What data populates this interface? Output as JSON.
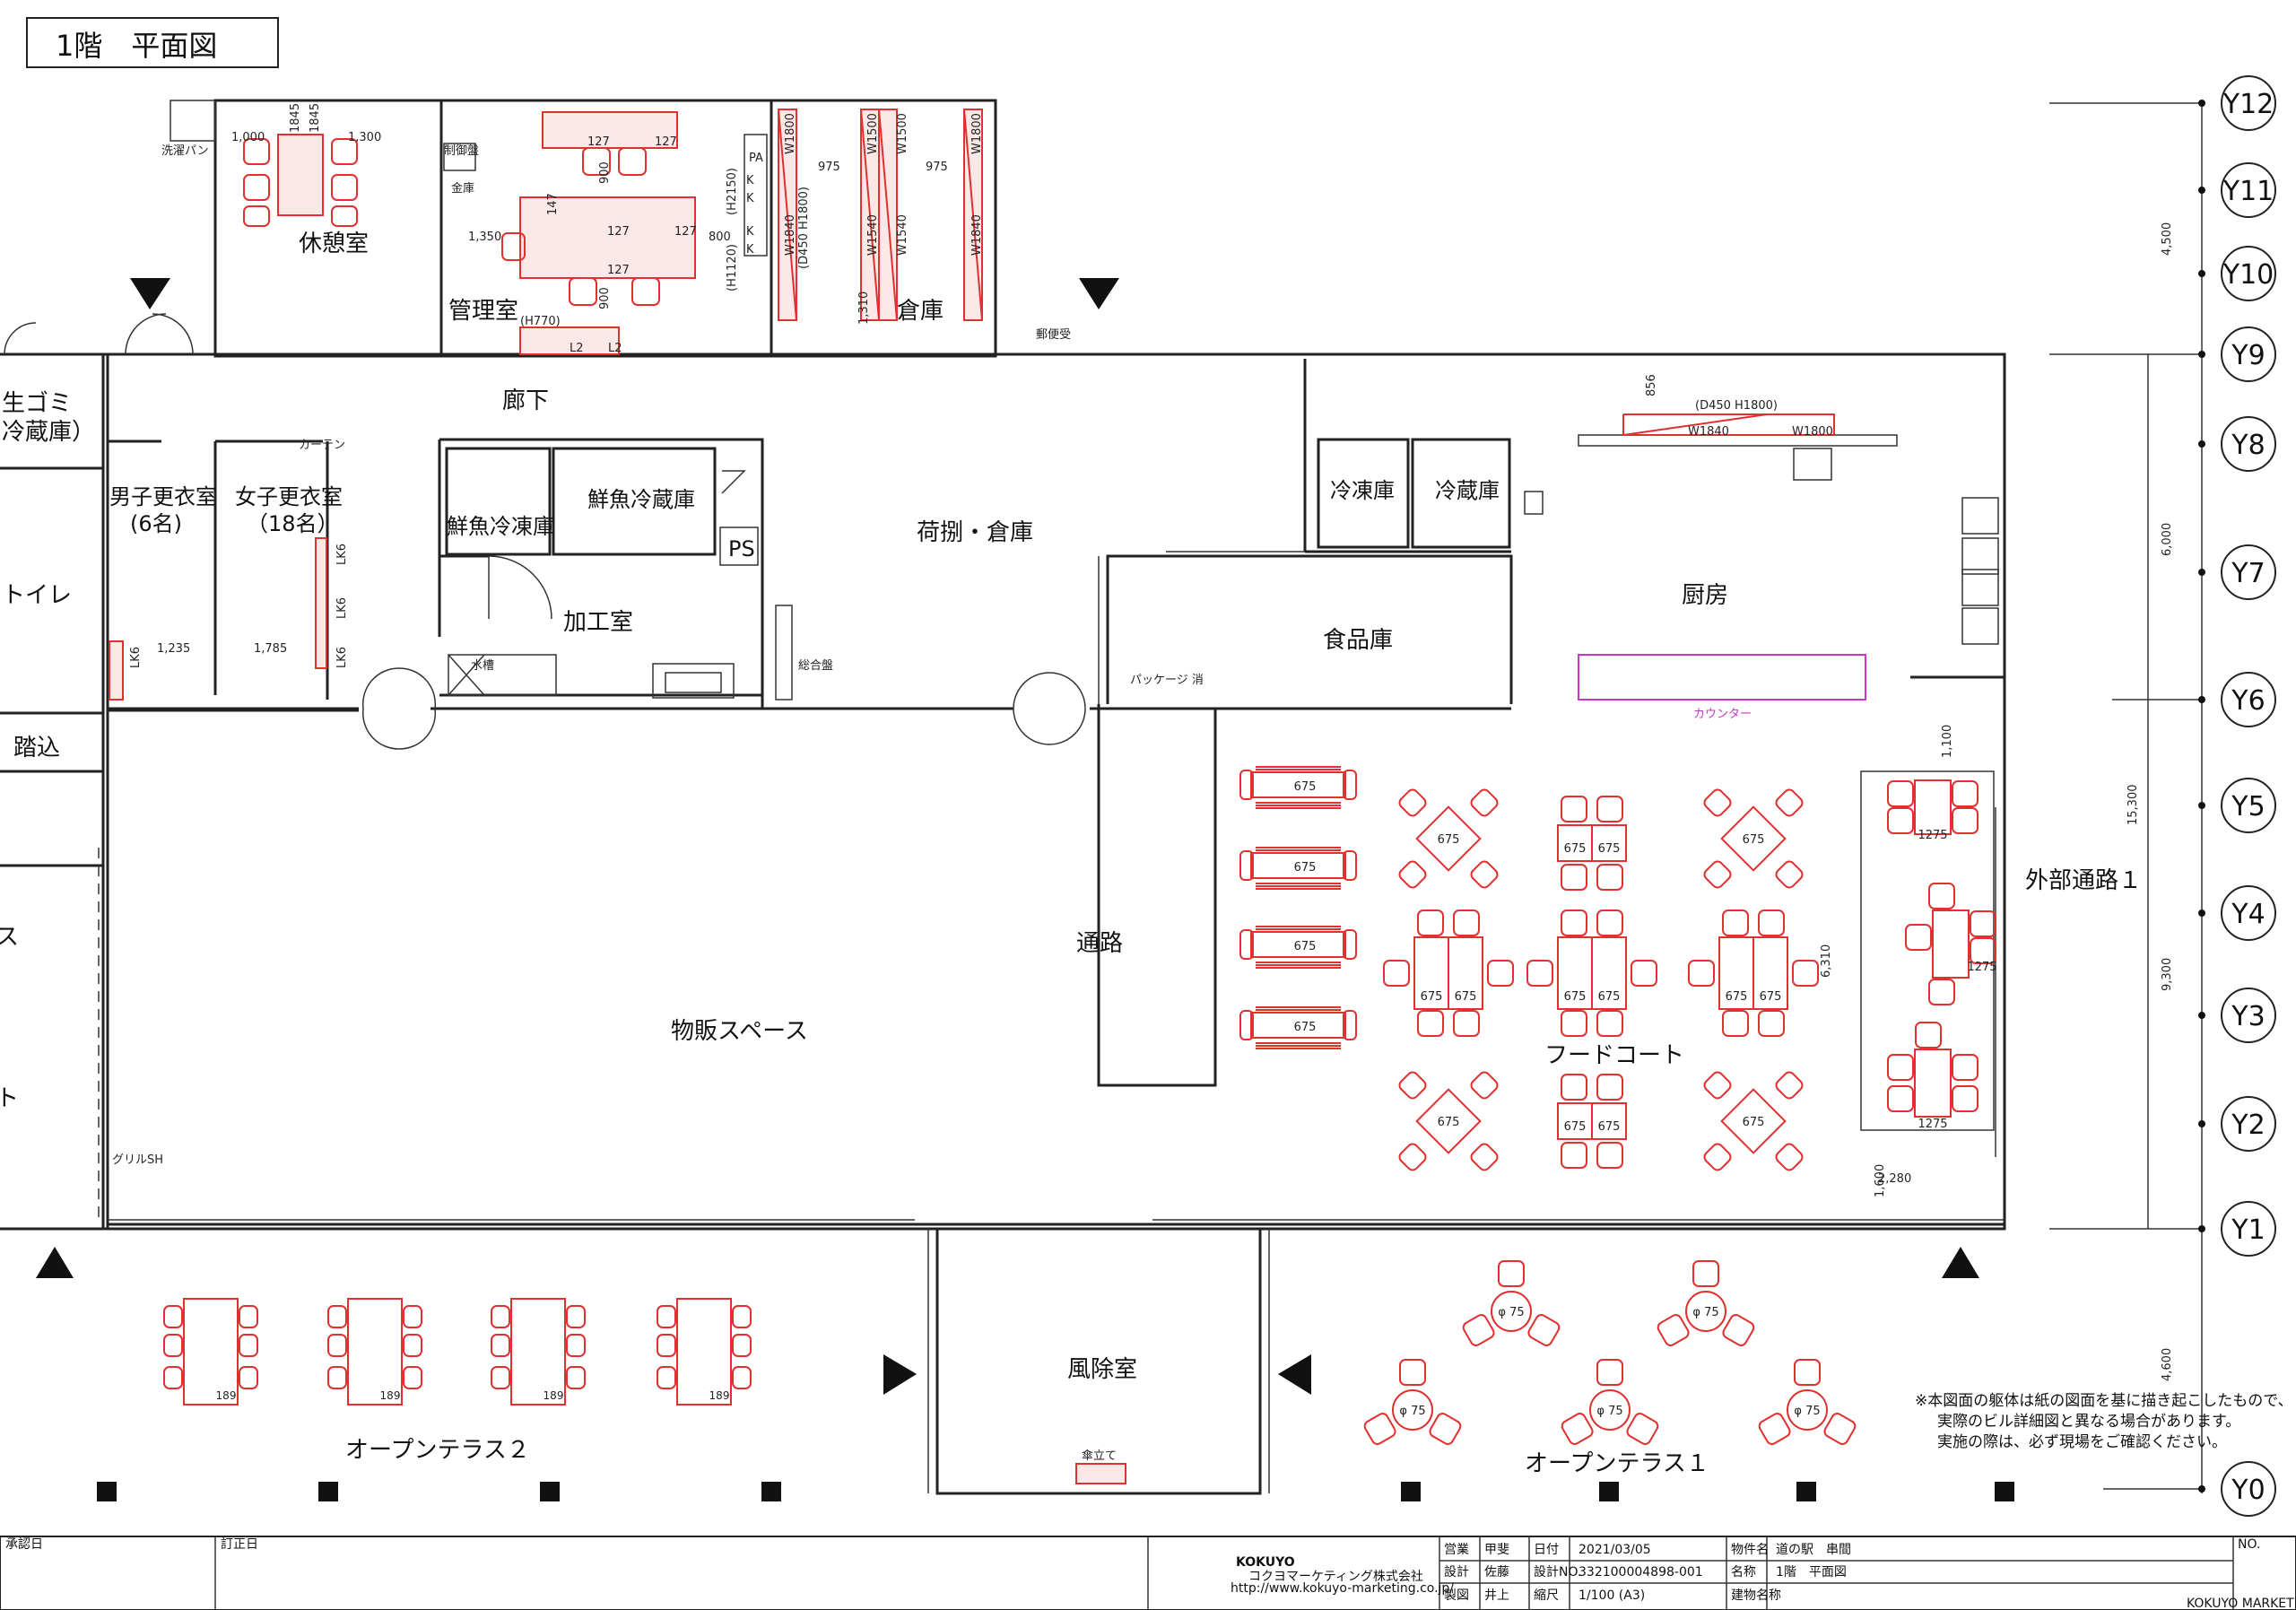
{
  "title": "1階　平面図",
  "rooms": {
    "kyukeishitsu": "休憩室",
    "kanrishitsu": "管理室",
    "souko": "倉庫",
    "rouka": "廊下",
    "namagomi": "生ゴミ\n冷蔵庫）",
    "danshi": "男子更衣室\n(6名)",
    "joshi": "女子更衣室\n（18名）",
    "toire": "トイレ",
    "fumikomi": "踏込",
    "sengyo_reitou": "鮮魚冷凍庫",
    "sengyo_reizou": "鮮魚冷蔵庫",
    "ps": "PS",
    "kakou": "加工室",
    "niage": "荷捌・倉庫",
    "reitouko": "冷凍庫",
    "reizouko": "冷蔵庫",
    "shokuhinko": "食品庫",
    "chubo": "厨房",
    "tsuro": "通路",
    "buppan": "物販スペース",
    "foodcourt": "フードコート",
    "gaibu": "外部通路１",
    "fuujo": "風除室",
    "terrace2": "オープンテラス２",
    "terrace1": "オープンテラス１",
    "ス": "ス",
    "ト": "ト"
  },
  "small_labels": {
    "sentaku": "洗濯パン",
    "seigyo": "制御盤",
    "kinko": "金庫",
    "curtain": "カーテン",
    "suisou": "水槽",
    "sougou": "総合盤",
    "package": "パッケージ 消",
    "counter": "カウンター",
    "yubin": "郵便受",
    "kasatate": "傘立て",
    "grill": "グリルSH",
    "d450": "(D450 H1800)",
    "d450v": "(D450 H1800)",
    "h770": "(H770)",
    "h2150": "(H2150)",
    "h1120": "(H1120)"
  },
  "dimensions": {
    "d1000": "1,000",
    "d1845a": "1845",
    "d1845b": "1845",
    "d1300": "1,300",
    "d127a": "127",
    "d127b": "127",
    "d127c": "127",
    "d127d": "127",
    "d127e": "127",
    "d147": "147",
    "d900a": "900",
    "d900b": "900",
    "d1350": "1,350",
    "d800": "800",
    "w1800a": "W1800",
    "w1500a": "W1500",
    "w1500b": "W1500",
    "w1800b": "W1800",
    "d975a": "975",
    "d975b": "975",
    "w1840a": "W1840",
    "w1540a": "W1540",
    "w1540b": "W1540",
    "w1840b": "W1840",
    "d1310": "1,310",
    "pa": "PA",
    "k1": "K",
    "k2": "K",
    "k3": "K",
    "k4": "K",
    "l2a": "L2",
    "l2b": "L2",
    "lk6": "LK6",
    "d1235": "1,235",
    "d1785": "1,785",
    "d856": "856",
    "w1840c": "W1840",
    "w1800c": "W1800",
    "d675": "675",
    "d1275": "1275",
    "d1100": "1,100",
    "d6310": "6,310",
    "d2280": "2,280",
    "d1600": "1,600",
    "d189": "189",
    "phi75": "φ 75"
  },
  "grid": {
    "labels": [
      "Y12",
      "Y11",
      "Y10",
      "Y9",
      "Y8",
      "Y7",
      "Y6",
      "Y5",
      "Y4",
      "Y3",
      "Y2",
      "Y1",
      "Y0"
    ],
    "spans": [
      "4,500",
      "6,000",
      "9,300",
      "15,300",
      "4,600"
    ]
  },
  "note": {
    "line1": "※本図面の躯体は紙の図面を基に描き起こしたもので、",
    "line2": "実際のビル詳細図と異なる場合があります。",
    "line3": "実施の際は、必ず現場をご確認ください。"
  },
  "titleblock": {
    "shouninbi": "承認日",
    "teiseibi": "訂正日",
    "logo": "KOKUYO",
    "company": "コクヨマーケティング株式会社",
    "url": "http://www.kokuyo-marketing.co.jp/",
    "eigyou_label": "営業",
    "eigyou": "甲斐",
    "sekkei_label": "設計",
    "sekkei": "佐藤",
    "seizu_label": "製図",
    "seizu": "井上",
    "hiduke_label": "日付",
    "hiduke": "2021/03/05",
    "sekkeino_label": "設計NO.",
    "sekkeino": "332100004898-001",
    "shukushaku_label": "縮尺",
    "shukushaku": "1/100 (A3)",
    "bukken_label": "物件名",
    "bukken": "道の駅　串間",
    "meishou_label": "名称",
    "meishou": "1階　平面図",
    "tatemono_label": "建物名称",
    "no_label": "NO.",
    "copyright": "KOKUYO MARKETING Co.,Ltd."
  }
}
